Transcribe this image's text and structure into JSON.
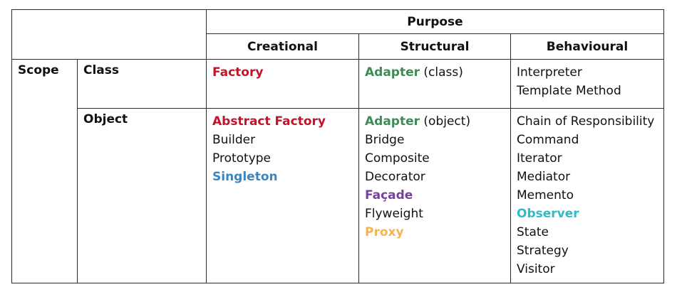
{
  "header": {
    "purpose": "Purpose",
    "categories": [
      "Creational",
      "Structural",
      "Behavioural"
    ]
  },
  "scope_label": "Scope",
  "rows": [
    {
      "label": "Class",
      "creational": [
        {
          "name": "Factory",
          "note": "",
          "color": "#c0142b",
          "bold": true
        }
      ],
      "structural": [
        {
          "name": "Adapter",
          "note": " (class)",
          "color": "#3e8b55",
          "bold": true
        }
      ],
      "behavioural": [
        {
          "name": "Interpreter",
          "note": "",
          "color": "#111111",
          "bold": false
        },
        {
          "name": "Template Method",
          "note": "",
          "color": "#111111",
          "bold": false
        }
      ]
    },
    {
      "label": "Object",
      "creational": [
        {
          "name": "Abstract Factory",
          "note": "",
          "color": "#c0142b",
          "bold": true
        },
        {
          "name": "Builder",
          "note": "",
          "color": "#111111",
          "bold": false
        },
        {
          "name": "Prototype",
          "note": "",
          "color": "#111111",
          "bold": false
        },
        {
          "name": "Singleton",
          "note": "",
          "color": "#3a86c0",
          "bold": true
        }
      ],
      "structural": [
        {
          "name": "Adapter",
          "note": " (object)",
          "color": "#3e8b55",
          "bold": true
        },
        {
          "name": "Bridge",
          "note": "",
          "color": "#111111",
          "bold": false
        },
        {
          "name": "Composite",
          "note": "",
          "color": "#111111",
          "bold": false
        },
        {
          "name": "Decorator",
          "note": "",
          "color": "#111111",
          "bold": false
        },
        {
          "name": "Façade",
          "note": "",
          "color": "#7a3f9c",
          "bold": true
        },
        {
          "name": "Flyweight",
          "note": "",
          "color": "#111111",
          "bold": false
        },
        {
          "name": "Proxy",
          "note": "",
          "color": "#f2b552",
          "bold": true
        }
      ],
      "behavioural": [
        {
          "name": "Chain of Responsibility",
          "note": "",
          "color": "#111111",
          "bold": false
        },
        {
          "name": "Command",
          "note": "",
          "color": "#111111",
          "bold": false
        },
        {
          "name": "Iterator",
          "note": "",
          "color": "#111111",
          "bold": false
        },
        {
          "name": "Mediator",
          "note": "",
          "color": "#111111",
          "bold": false
        },
        {
          "name": "Memento",
          "note": "",
          "color": "#111111",
          "bold": false
        },
        {
          "name": "Observer",
          "note": "",
          "color": "#2ebcc6",
          "bold": true
        },
        {
          "name": "State",
          "note": "",
          "color": "#111111",
          "bold": false
        },
        {
          "name": "Strategy",
          "note": "",
          "color": "#111111",
          "bold": false
        },
        {
          "name": "Visitor",
          "note": "",
          "color": "#111111",
          "bold": false
        }
      ]
    }
  ]
}
